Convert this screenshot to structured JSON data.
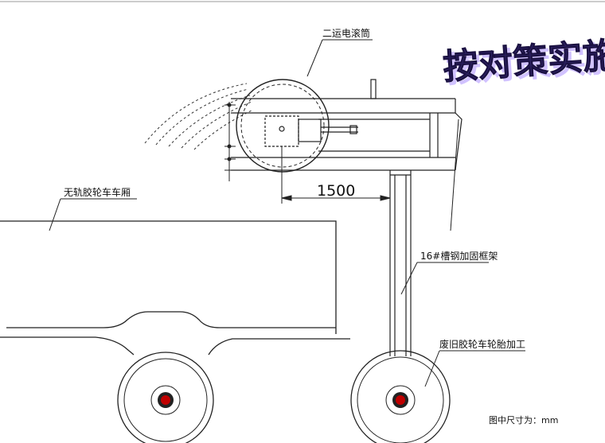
{
  "banner": {
    "text": "按对策实施二",
    "fill": "#2a1f5e",
    "shadow": "#c9b8ff"
  },
  "labels": {
    "roller": "二运电滚筒",
    "frame": "16#槽钢加固框架",
    "car": "无轨胶轮车车厢",
    "tire": "废旧胶轮车轮胎加工"
  },
  "dimension": {
    "value": "1500"
  },
  "note": "图中尺寸为：mm",
  "colors": {
    "line": "#222222",
    "hub": "#c00000"
  }
}
